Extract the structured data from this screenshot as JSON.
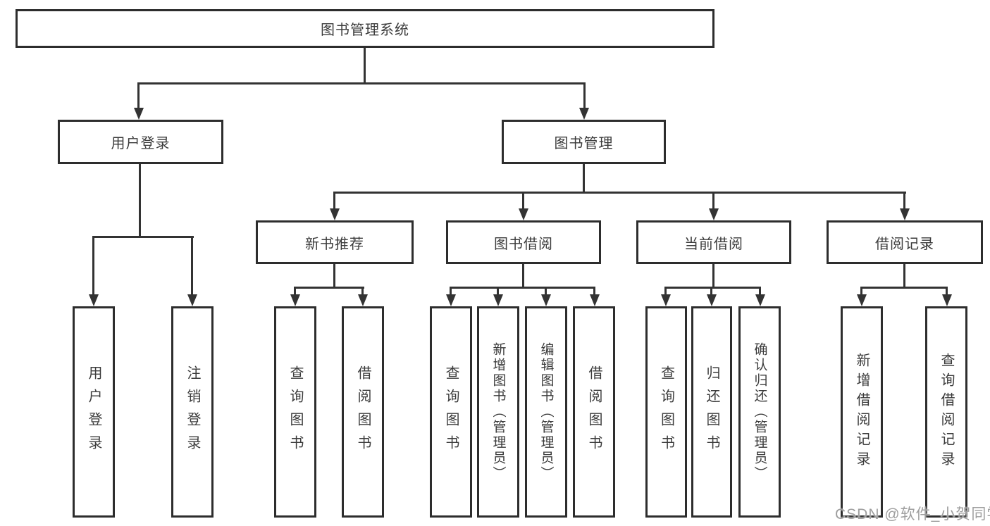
{
  "root": {
    "label": "图书管理系统",
    "children": [
      {
        "label": "用户登录",
        "children": [
          {
            "label": "用户登录"
          },
          {
            "label": "注销登录"
          }
        ]
      },
      {
        "label": "图书管理",
        "children": [
          {
            "label": "新书推荐",
            "children": [
              {
                "label": "查询图书"
              },
              {
                "label": "借阅图书"
              }
            ]
          },
          {
            "label": "图书借阅",
            "children": [
              {
                "label": "查询图书"
              },
              {
                "label": "新增图书（管理员）"
              },
              {
                "label": "编辑图书（管理员）"
              },
              {
                "label": "借阅图书"
              }
            ]
          },
          {
            "label": "当前借阅",
            "children": [
              {
                "label": "查询图书"
              },
              {
                "label": "归还图书"
              },
              {
                "label": "确认归还（管理员）"
              }
            ]
          },
          {
            "label": "借阅记录",
            "children": [
              {
                "label": "新增借阅记录"
              },
              {
                "label": "查询借阅记录"
              }
            ]
          }
        ]
      }
    ]
  },
  "watermark": {
    "text": "CSDN @软件_小贺同学"
  },
  "colors": {
    "line": "#333333",
    "border": "#2d2d2d",
    "text": "#3b3b3b",
    "watermark": "#9e9e9e",
    "bg": "#ffffff"
  }
}
